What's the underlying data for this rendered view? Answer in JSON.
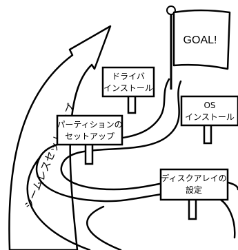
{
  "arrow_label": "シームレスセットアップ",
  "flag": {
    "text": "GOAL!"
  },
  "signs": {
    "driver": {
      "line1": "ドライバ",
      "line2": "インストール"
    },
    "os": {
      "line1": "OS",
      "line2": "インストール"
    },
    "partition": {
      "line1": "パーティションの",
      "line2": "セットアップ"
    },
    "disk_array": {
      "line1": "ディスクアレイの",
      "line2": "設定"
    }
  }
}
